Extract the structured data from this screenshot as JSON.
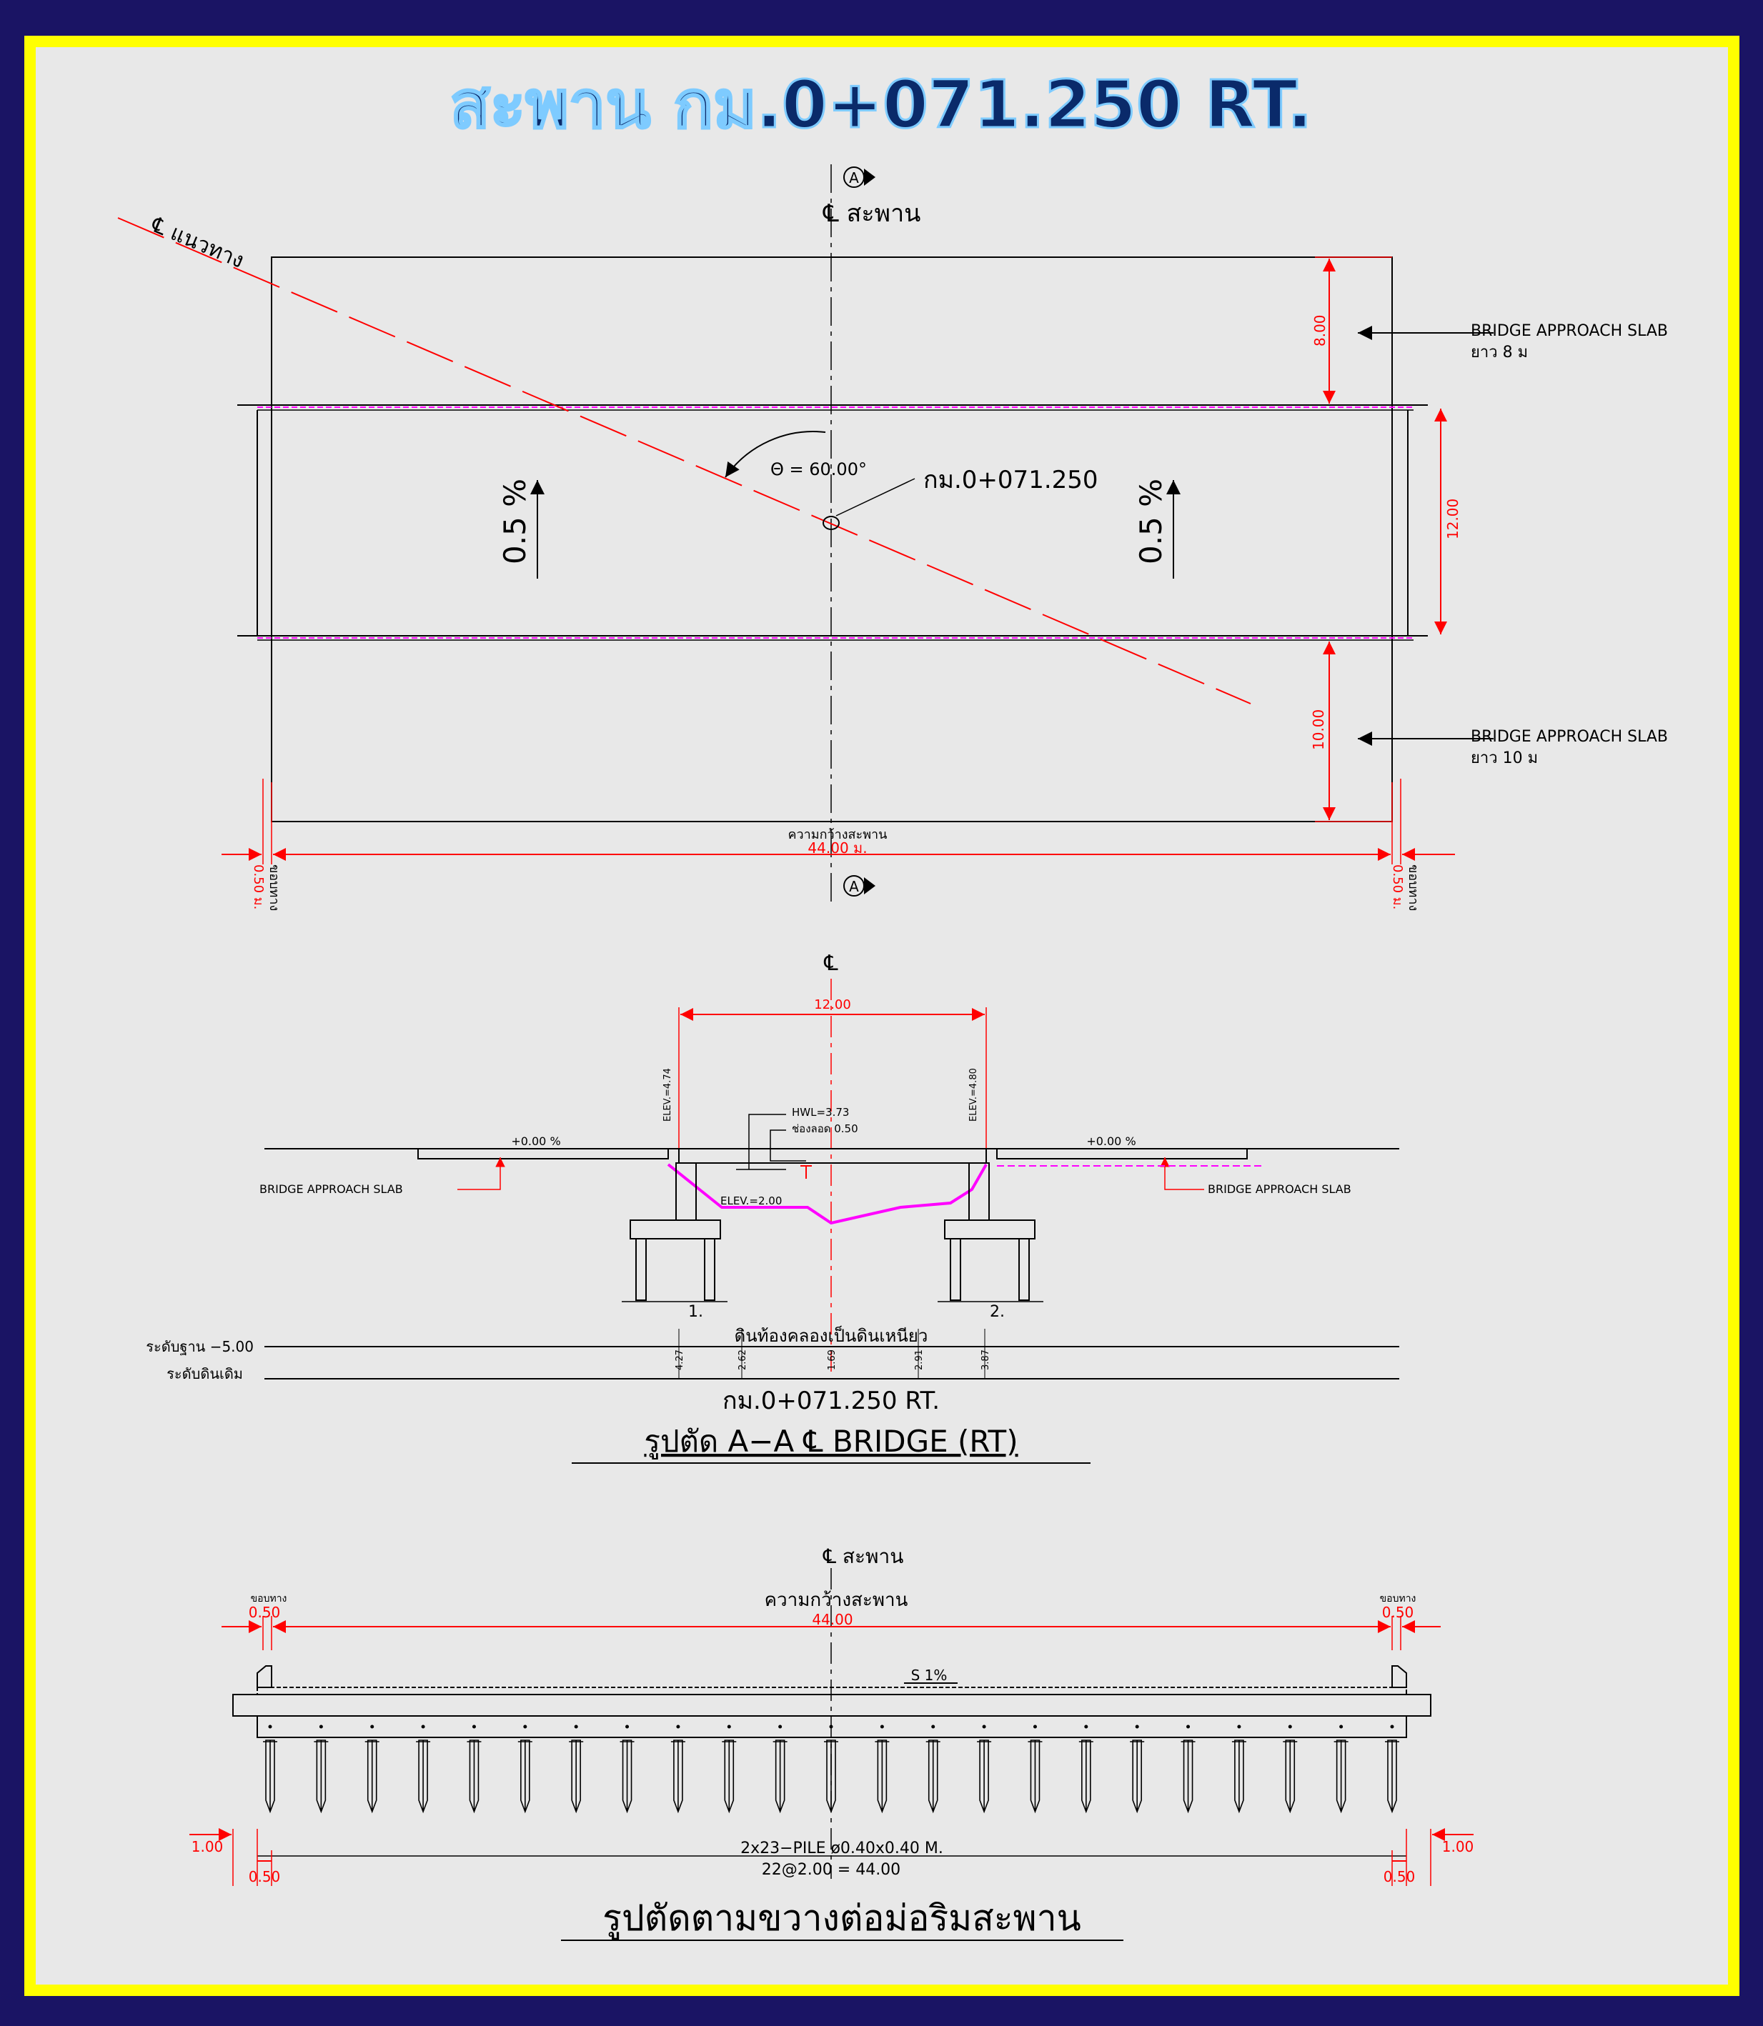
{
  "title": "สะพาน กม.0+071.250 RT.",
  "colors": {
    "background": "#1a1464",
    "border": "#ffff00",
    "paper": "#e8e8e8",
    "line": "#000000",
    "dimension": "#ff0000",
    "highlight": "#ff00ff",
    "title_fill": "#0a2a6a",
    "title_outline": "#7ecbff"
  },
  "plan": {
    "section_marker": "A",
    "centerline_bridge": "℄  สะพาน",
    "centerline_road": "℄ แนวทาง",
    "angle": "Θ = 60.00°",
    "station": "กม.0+071.250",
    "slope_left": "0.5 %",
    "slope_right": "0.5 %",
    "dim_top": "8.00",
    "dim_middle": "12.00",
    "dim_bottom": "10.00",
    "approach_slab_top": {
      "line1": "BRIDGE  APPROACH  SLAB",
      "line2": "ยาว 8  ม"
    },
    "approach_slab_bottom": {
      "line1": "BRIDGE  APPROACH  SLAB",
      "line2": "ยาว 10  ม"
    },
    "width_label": "ความกว้างสะพาน",
    "width_value": "44.00 ม.",
    "shoulder_left": {
      "label": "ขอบทาง",
      "value": "0.50 ม."
    },
    "shoulder_right": {
      "label": "ขอบทาง",
      "value": "0.50 ม."
    }
  },
  "section_aa": {
    "centerline": "℄",
    "span": "12.00",
    "elev_left": "ELEV.=4.74",
    "elev_right": "ELEV.=4.80",
    "hwl": "HWL=3.73",
    "freeboard": "ช่องลอด 0.50",
    "slope_left": "+0.00 %",
    "slope_right": "+0.00 %",
    "approach_left": "BRIDGE    APPROACH    SLAB",
    "approach_right": "BRIDGE    APPROACH    SLAB",
    "bed_elev": "ELEV.=2.00",
    "pier_1": "1.",
    "pier_2": "2.",
    "soil_note": "ดินท้องคลองเป็นดินเหนียว",
    "datum_label": "ระดับฐาน −5.00",
    "ground_label": "ระดับดินเดิม",
    "ground_depths": [
      "4.27",
      "2.62",
      "1.69",
      "2.91",
      "3.87"
    ],
    "station": "กม.0+071.250  RT.",
    "caption": "รูปตัด  A−A  ℄  BRIDGE  (RT)"
  },
  "abutment_section": {
    "centerline": "℄  สะพาน",
    "width_label": "ความกว้างสะพาน",
    "width_value": "44.00",
    "shoulder_left": {
      "label": "ขอบทาง",
      "value": "0.50"
    },
    "shoulder_right": {
      "label": "ขอบทาง",
      "value": "0.50"
    },
    "crossfall": "S  1%",
    "pile_spec": "2x23−PILE  ø0.40x0.40  M.",
    "pile_spacing": "22@2.00  =  44.00",
    "dim_left_outer": "1.00",
    "dim_right_outer": "1.00",
    "dim_left_inner": "0.50",
    "dim_right_inner": "0.50",
    "pile_count": 23,
    "caption": "รูปตัดตามขวางต่อม่อริมสะพาน"
  }
}
